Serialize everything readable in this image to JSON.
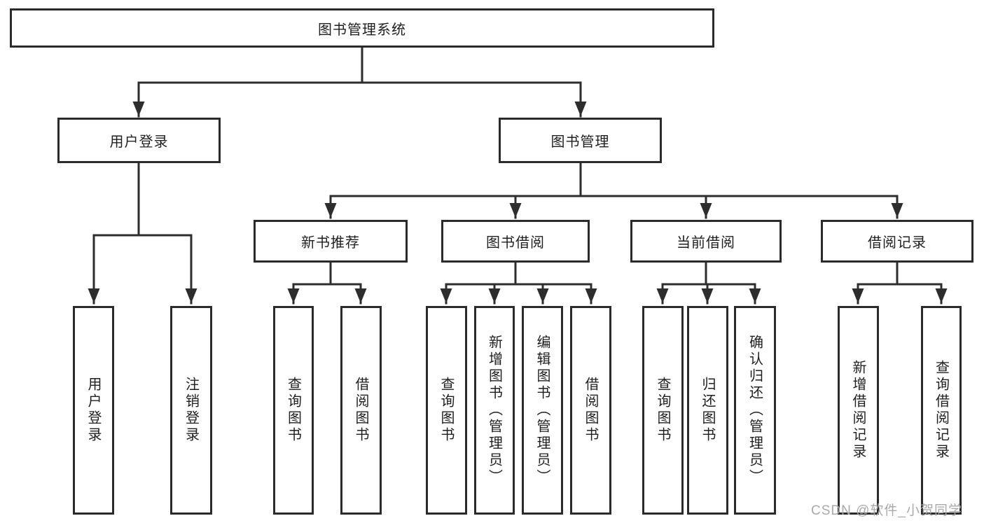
{
  "diagram": {
    "root": {
      "label": "图书管理系统"
    },
    "branches": [
      {
        "label": "用户登录",
        "children": [
          {
            "label": "用户登录"
          },
          {
            "label": "注销登录"
          }
        ]
      },
      {
        "label": "图书管理",
        "children": [
          {
            "label": "新书推荐",
            "children": [
              {
                "label": "查询图书"
              },
              {
                "label": "借阅图书"
              }
            ]
          },
          {
            "label": "图书借阅",
            "children": [
              {
                "label": "查询图书"
              },
              {
                "label": "新增图书（管理员）"
              },
              {
                "label": "编辑图书（管理员）"
              },
              {
                "label": "借阅图书"
              }
            ]
          },
          {
            "label": "当前借阅",
            "children": [
              {
                "label": "查询图书"
              },
              {
                "label": "归还图书"
              },
              {
                "label": "确认归还（管理员）"
              }
            ]
          },
          {
            "label": "借阅记录",
            "children": [
              {
                "label": "新增借阅记录"
              },
              {
                "label": "查询借阅记录"
              }
            ]
          }
        ]
      }
    ]
  },
  "watermark": {
    "text": "CSDN @软件_小贺同学"
  },
  "colors": {
    "line": "#2d2d2d",
    "box_border": "#2b2b2b",
    "text": "#1f1f1f",
    "background": "#ffffff",
    "watermark": "#a9a9a9"
  }
}
